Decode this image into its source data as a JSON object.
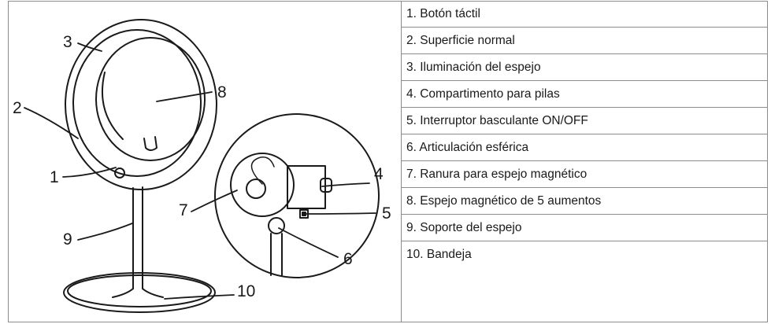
{
  "callouts": [
    "1",
    "2",
    "3",
    "4",
    "5",
    "6",
    "7",
    "8",
    "9",
    "10"
  ],
  "legend": [
    "1. Botón táctil",
    "2. Superficie normal",
    "3. Iluminación del espejo",
    "4. Compartimento para pilas",
    "5. Interruptor basculante ON/OFF",
    "6. Articulación esférica",
    "7. Ranura para espejo magnético",
    "8. Espejo magnético de 5 aumentos",
    "9. Soporte del espejo",
    "10. Bandeja"
  ]
}
